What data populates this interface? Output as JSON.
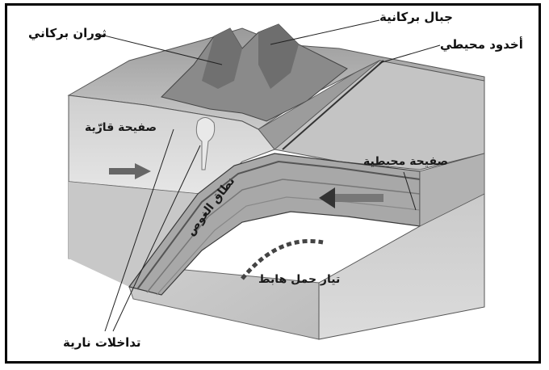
{
  "labels": {
    "volcanic_eruption": "ثوران بركاني",
    "volcanic_mountains": "جبال بركانية",
    "oceanic_trench": "أخدود محيطي",
    "continental_plate": "صفيحة قارّية",
    "oceanic_plate": "صفيحة محيطية",
    "subduction_zone": "نطاق الغوص",
    "downwelling_current": "تيار حمل هابط",
    "igneous_intrusions": "تداخلات نارية"
  }
}
